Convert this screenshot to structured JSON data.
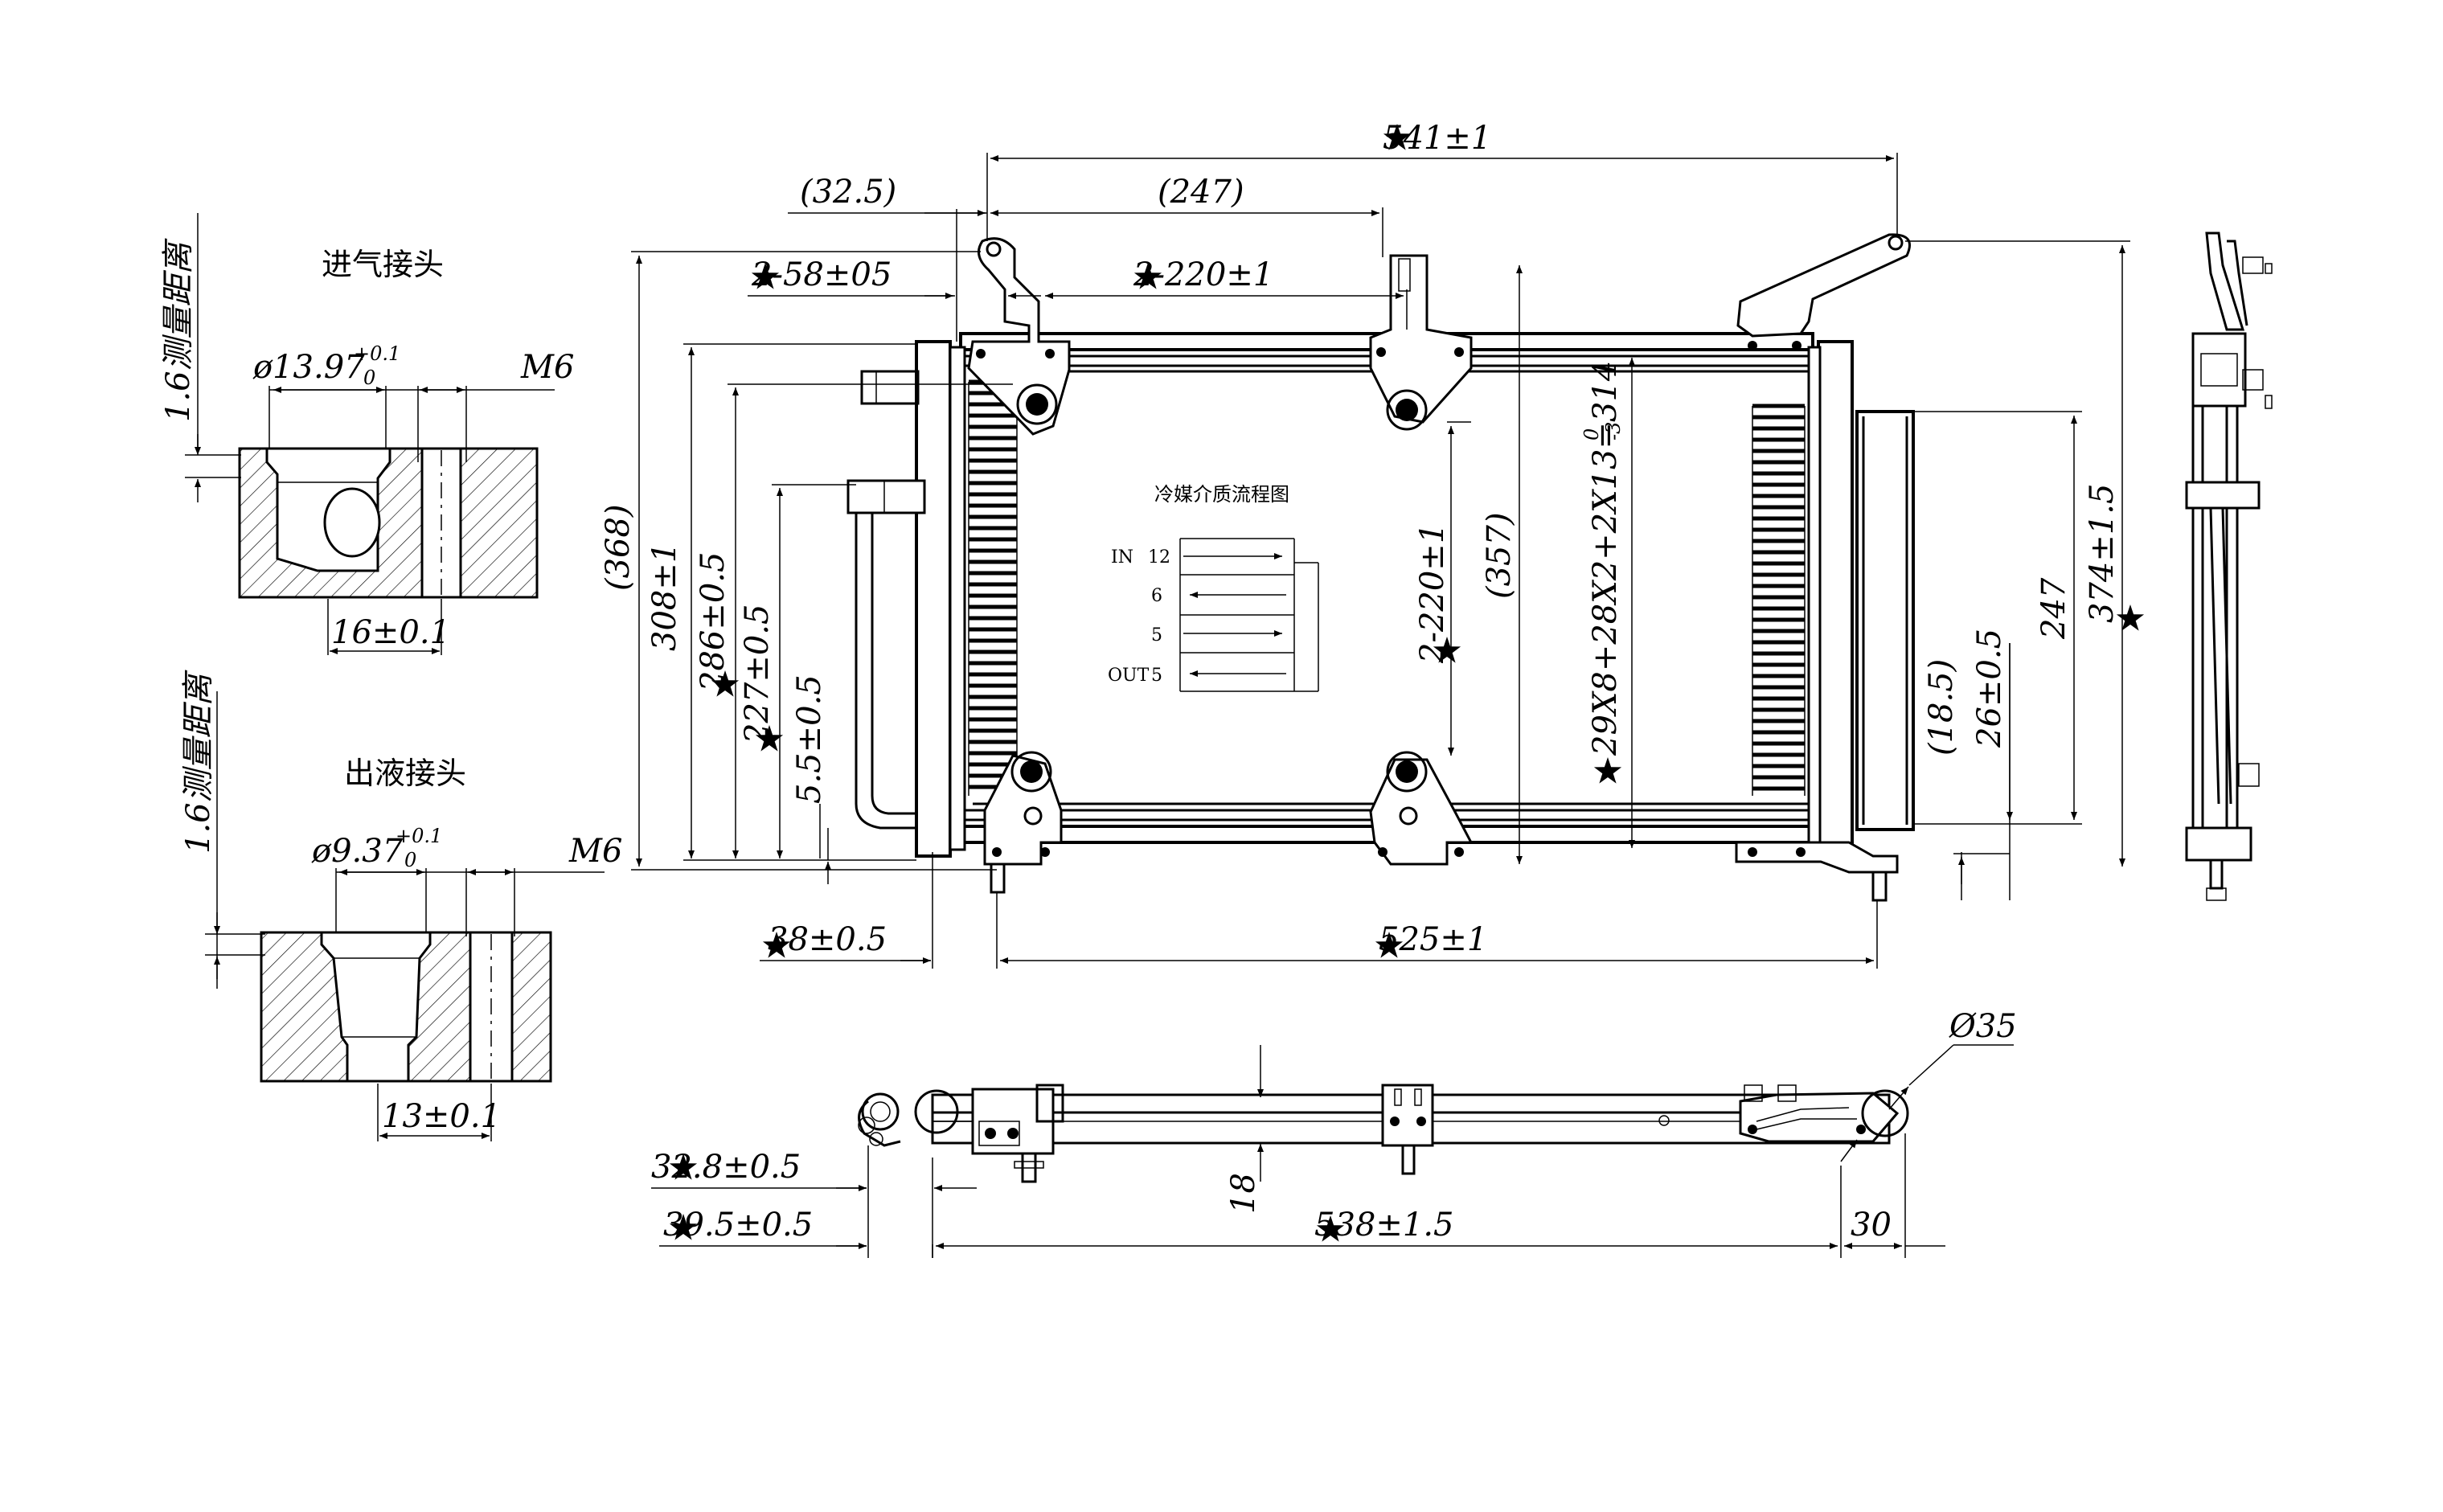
{
  "details": {
    "inlet": {
      "title": "进气接头",
      "measure": "1.6测量距离",
      "dia": "ø13.97",
      "tol_up": "+0.1",
      "tol_lo": "0",
      "thread": "M6",
      "pitch": "16±0.1"
    },
    "outlet": {
      "title": "出液接头",
      "measure": "1.6测量距离",
      "dia": "ø9.37",
      "tol_up": "+0.1",
      "tol_lo": "0",
      "thread": "M6",
      "pitch": "13±0.1"
    }
  },
  "flow": {
    "title": "冷媒介质流程图",
    "rows": [
      {
        "label": "IN",
        "count": "12"
      },
      {
        "label": "",
        "count": "6"
      },
      {
        "label": "",
        "count": "5"
      },
      {
        "label": "OUT",
        "count": "5"
      }
    ]
  },
  "dims": {
    "top_541": "541±1",
    "d_32_5": "(32.5)",
    "d_247_top": "(247)",
    "d_2_58": "2-58±05",
    "d_2_220_h": "2-220±1",
    "d_368": "(368)",
    "d_308": "308±1",
    "d_286": "286±0.5",
    "d_227": "227±0.5",
    "d_5_5": "5.5±0.5",
    "d_2_220_v": "2-220±1",
    "d_357": "(357)",
    "d_tubes": "29X8+28X2+2X13=314",
    "d_tubes_sup": "0",
    "d_tubes_sub": "-3",
    "d_18_5": "(18.5)",
    "d_26": "26±0.5",
    "d_247_r": "247",
    "d_374": "374±1.5",
    "d_38": "38±0.5",
    "d_525": "525±1",
    "d_035": "Ø35",
    "d_18": "18",
    "d_32_8": "32.8±0.5",
    "d_39_5": "39.5±0.5",
    "d_538": "538±1.5",
    "d_30": "30"
  }
}
